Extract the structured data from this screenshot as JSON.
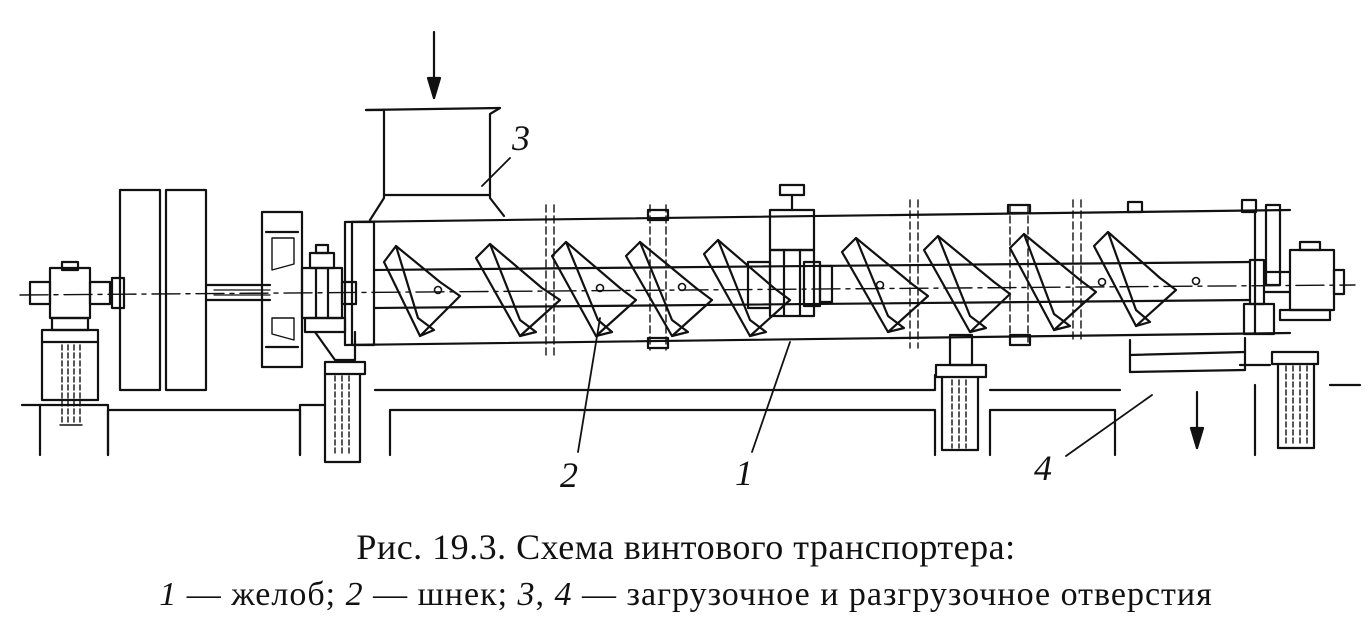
{
  "diagram": {
    "labels": {
      "trough": "1",
      "screw": "2",
      "loading_opening": "3",
      "unloading_opening": "4"
    }
  },
  "caption": {
    "title": "Рис. 19.3. Схема винтового транспортера:",
    "legend": {
      "n1": "1",
      "t1": " — желоб; ",
      "n2": "2",
      "t2": " — шнек; ",
      "n3": "3",
      "t3": ", ",
      "n4": "4",
      "t4": " — загрузочное и разгрузочное отверстия"
    }
  }
}
